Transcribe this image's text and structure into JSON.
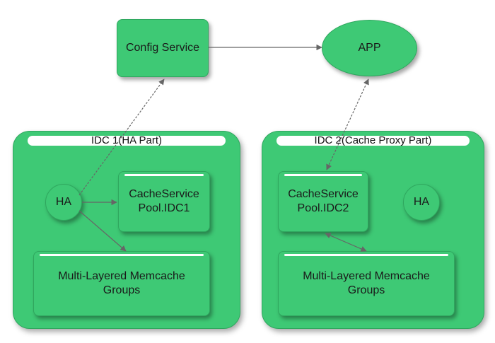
{
  "nodes": {
    "config_service": "Config Service",
    "app": "APP",
    "idc1_title": "IDC 1(HA  Part)",
    "idc2_title": "IDC 2(Cache Proxy Part)",
    "idc1_ha": "HA",
    "idc1_cache_pool": "CacheService\nPool.IDC1",
    "idc1_memcache": "Multi-Layered Memcache\nGroups",
    "idc2_cache_pool": "CacheService\nPool.IDC2",
    "idc2_ha": "HA",
    "idc2_memcache": "Multi-Layered Memcache\nGroups"
  },
  "colors": {
    "node_fill": "#3ec975",
    "node_border": "#2fa75e",
    "edge": "#666666"
  }
}
